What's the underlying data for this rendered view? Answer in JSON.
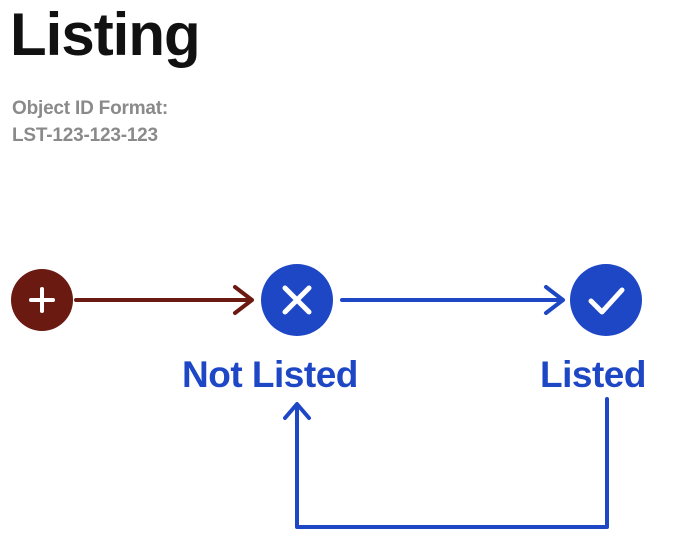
{
  "title": "Listing",
  "id_format": {
    "label": "Object ID Format:",
    "value": "LST-123-123-123"
  },
  "colors": {
    "start": "#6b1a12",
    "state": "#1e47c6",
    "title": "#111111",
    "subtitle": "#8a8a8a"
  },
  "start_node": {
    "icon": "plus-icon"
  },
  "states": [
    {
      "id": "not-listed",
      "label": "Not Listed",
      "icon": "close-icon"
    },
    {
      "id": "listed",
      "label": "Listed",
      "icon": "check-icon"
    }
  ],
  "transitions": [
    {
      "from": "start",
      "to": "not-listed"
    },
    {
      "from": "not-listed",
      "to": "listed"
    },
    {
      "from": "listed",
      "to": "not-listed"
    }
  ]
}
